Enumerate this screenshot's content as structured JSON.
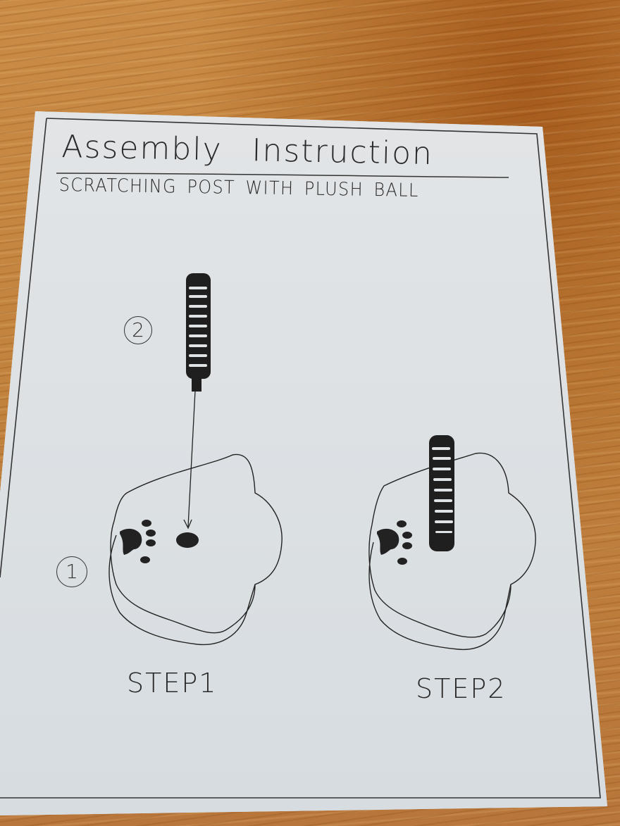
{
  "document": {
    "title": "Assembly Instruction",
    "subtitle": "SCRATCHING POST WITH PLUSH BALL",
    "steps": [
      {
        "label": "STEP1",
        "parts": [
          {
            "number": "2",
            "name": "scratching post"
          },
          {
            "number": "1",
            "name": "paw-print base"
          }
        ],
        "action": "insert post into hole in base"
      },
      {
        "label": "STEP2",
        "result": "post mounted on base"
      }
    ]
  },
  "colors": {
    "paper": "#dfe3e6",
    "ink": "#2a2a2a",
    "wood": "#c3843f"
  }
}
